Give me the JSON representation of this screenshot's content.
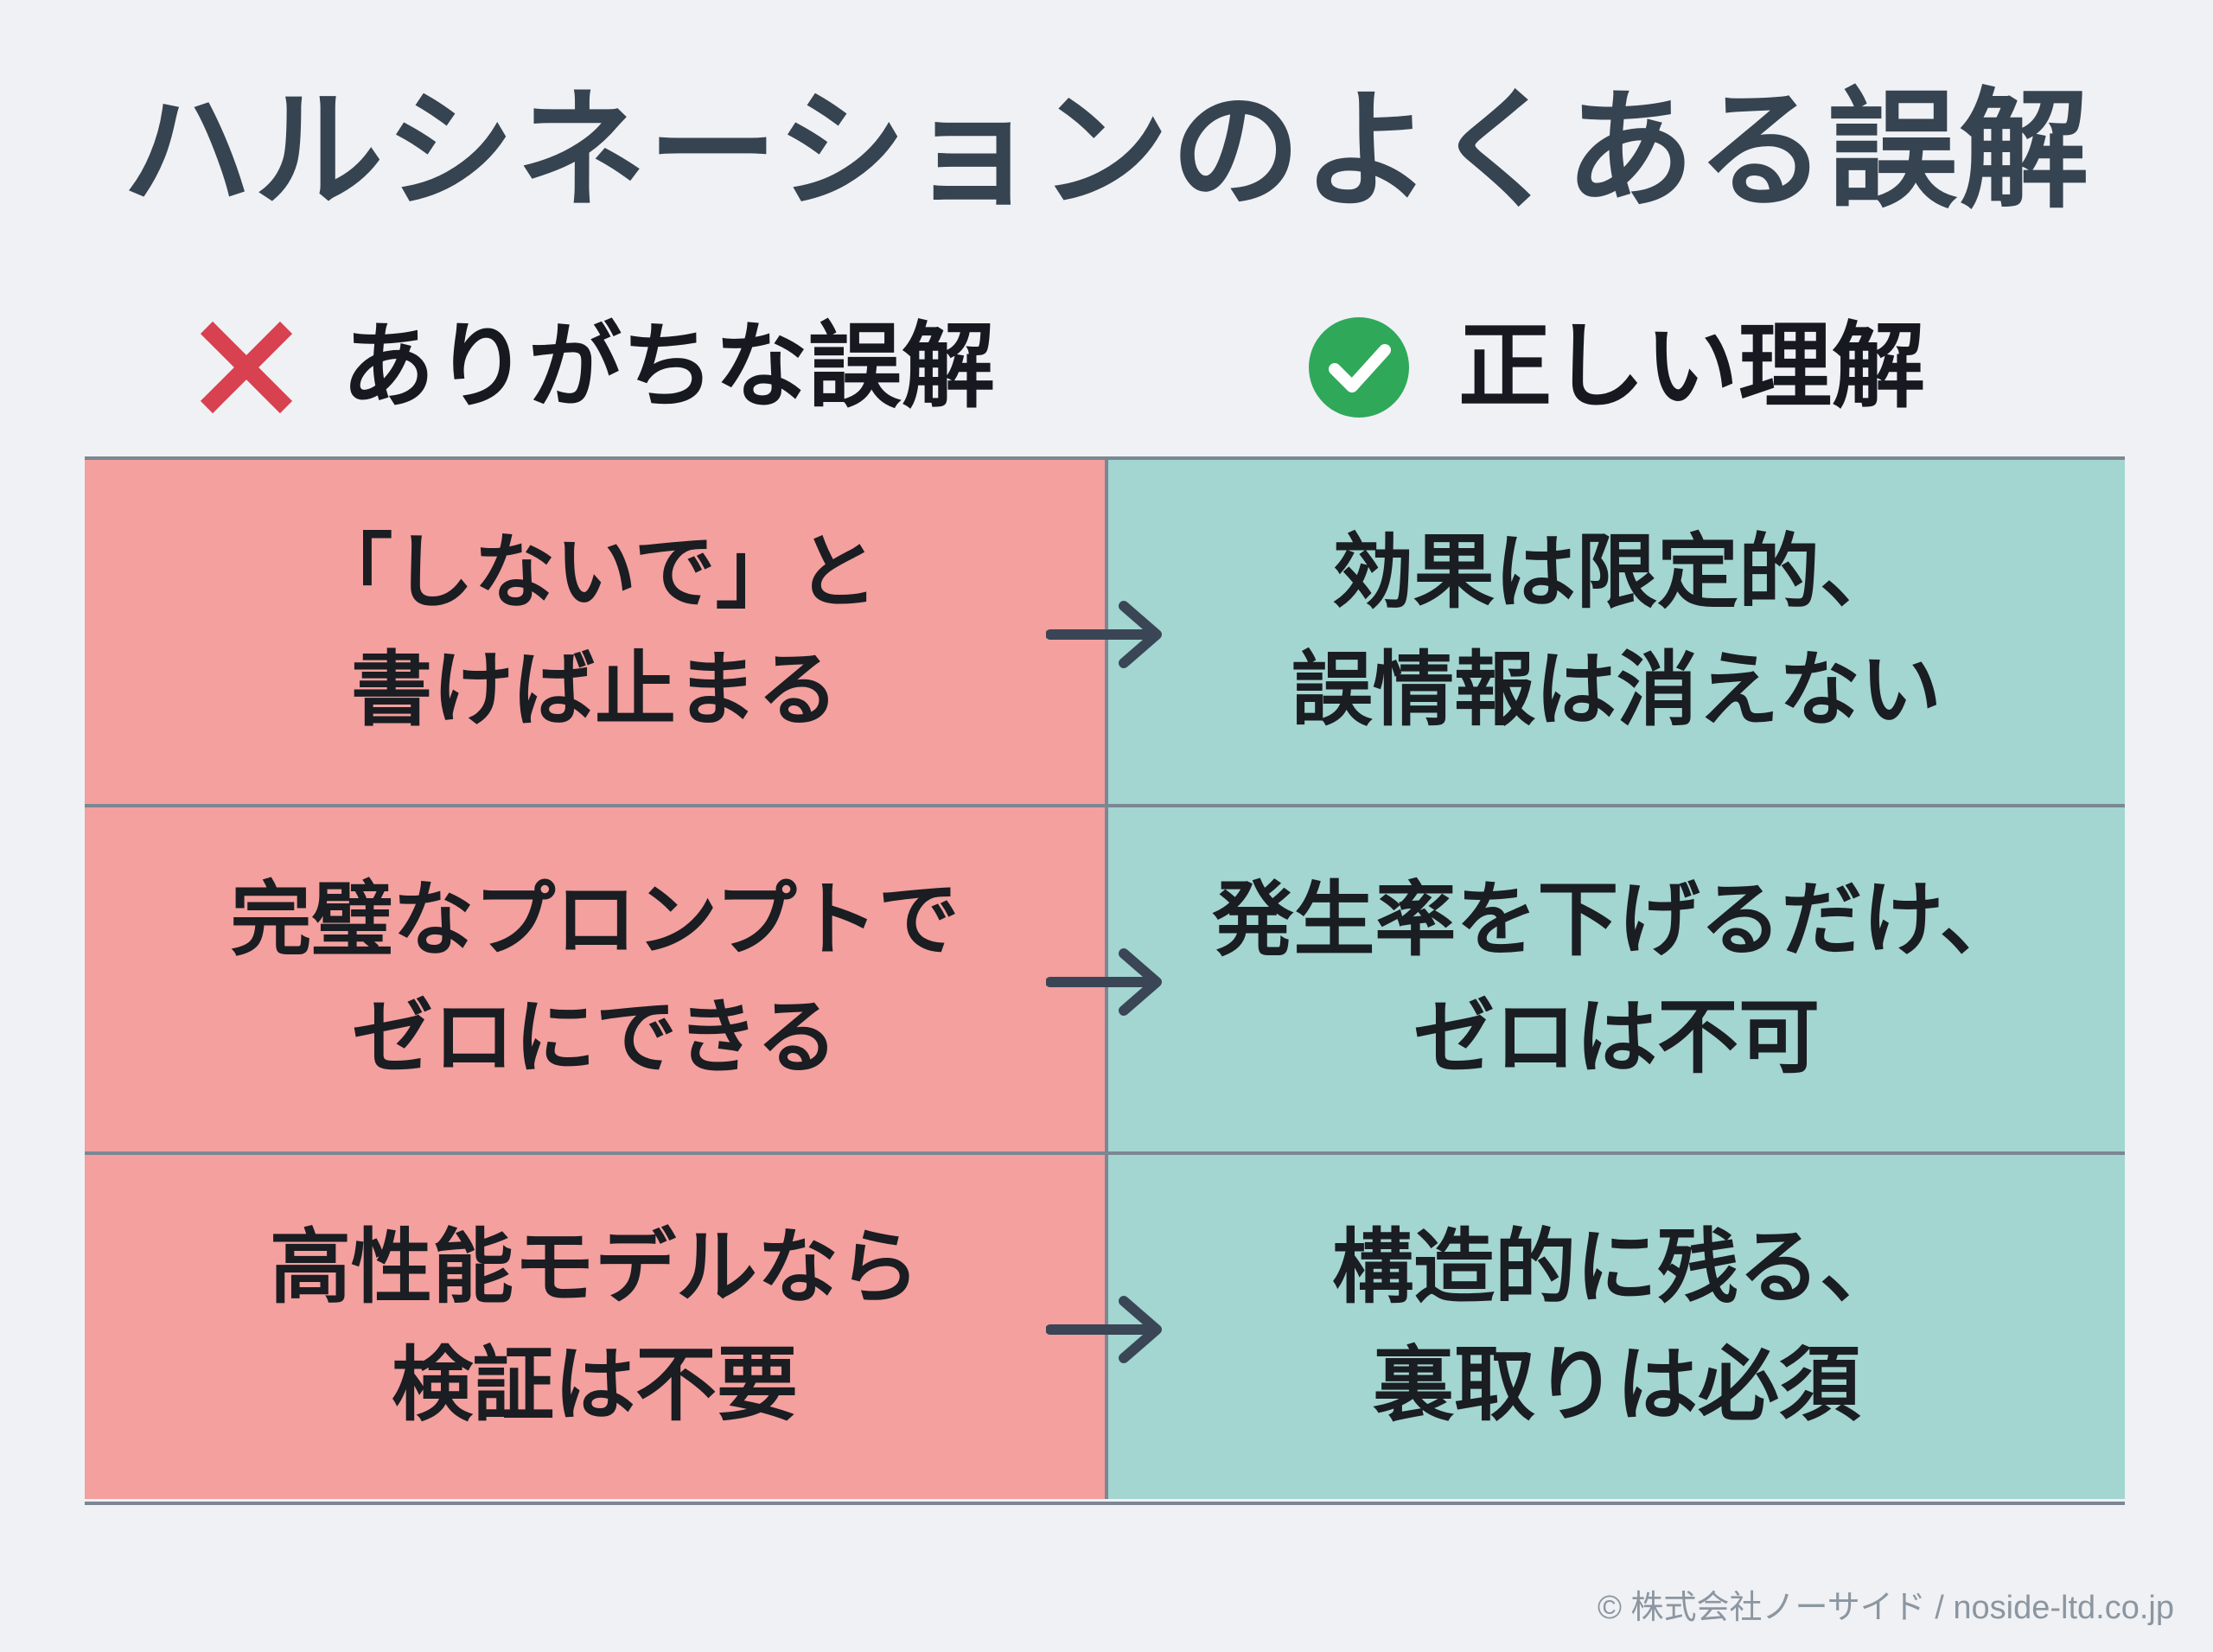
{
  "title": "ハルシネーションのよくある誤解",
  "headers": {
    "wrong": "ありがちな誤解",
    "right": "正しい理解"
  },
  "rows": [
    {
      "misconception": [
        "「しないで」と",
        "書けば止まる"
      ],
      "correct": [
        "効果は限定的、",
        "誤情報は消えない"
      ]
    },
    {
      "misconception": [
        "完璧なプロンプトで",
        "ゼロにできる"
      ],
      "correct": [
        "発生率を下げるだけ、",
        "ゼロは不可"
      ]
    },
    {
      "misconception": [
        "高性能モデルなら",
        "検証は不要"
      ],
      "correct": [
        "構造的に残る、",
        "裏取りは必須"
      ]
    }
  ],
  "footer": "© 株式会社ノーサイド / noside-ltd.co.jp",
  "colors": {
    "wrong_cell": "#f3a09e",
    "right_cell": "#a3d5d1",
    "cross_icon": "#d8414f",
    "check_icon": "#2fa85a",
    "title_text": "#364350",
    "arrow": "#3a4655"
  },
  "icons": {
    "wrong": "cross-icon",
    "right": "check-circle-icon",
    "row_arrow": "arrow-right-icon"
  }
}
